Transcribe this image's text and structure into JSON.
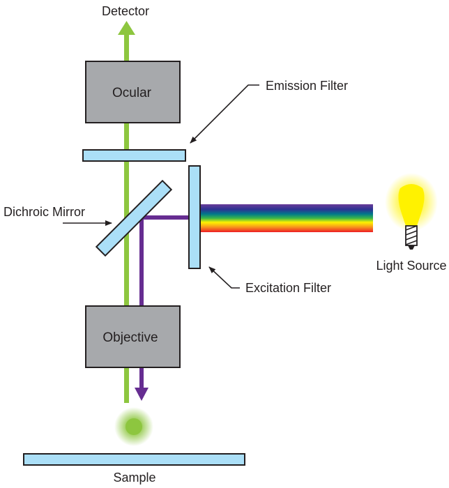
{
  "title": "Fluorescence Microscope Light Path",
  "labels": {
    "detector": "Detector",
    "ocular": "Ocular",
    "emission_filter": "Emission Filter",
    "dichroic_mirror": "Dichroic Mirror",
    "light_source": "Light Source",
    "excitation_filter": "Excitation Filter",
    "objective": "Objective",
    "sample": "Sample"
  },
  "colors": {
    "emission_light": "#8dc63f",
    "excitation_light": "#662d91",
    "filter_fill": "#abdff7",
    "box_fill": "#a7a9ac",
    "outline": "#231f20",
    "bulb": "#fff200",
    "spectrum": [
      "#662d91",
      "#2e3192",
      "#00788a",
      "#39b54a",
      "#fff200",
      "#f7941d",
      "#ed1c24"
    ]
  }
}
